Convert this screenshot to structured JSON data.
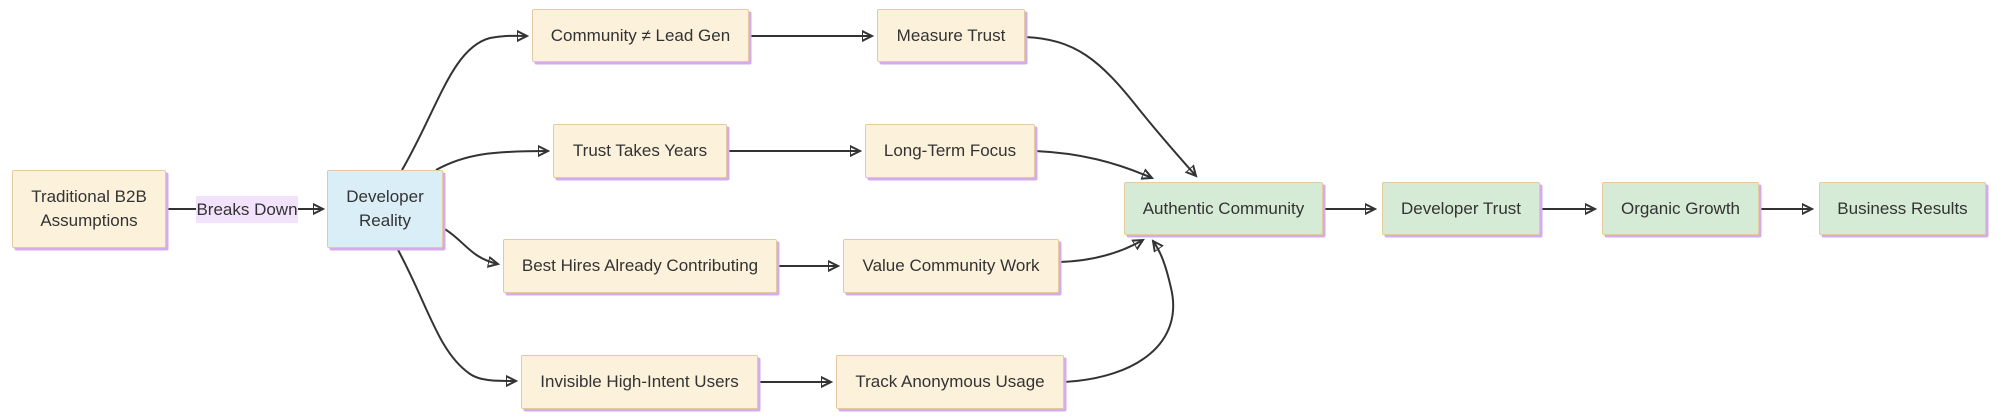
{
  "diagram": {
    "type": "flowchart",
    "colors": {
      "node_fill_cream": "#fcf2dc",
      "node_fill_blue": "#daeef8",
      "node_fill_green": "#d6ebd6",
      "node_border": "#e5c99f",
      "node_shadow": "#d3ace9",
      "edge_line": "#333333",
      "edge_label_bg": "#f3e2fb",
      "text": "#333333",
      "background": "#ffffff"
    },
    "nodes": {
      "traditional_b2b": {
        "label": "Traditional B2B Assumptions"
      },
      "developer_reality": {
        "label": "Developer Reality"
      },
      "community_not_lead_gen": {
        "label": "Community ≠ Lead Gen"
      },
      "measure_trust": {
        "label": "Measure Trust"
      },
      "trust_takes_years": {
        "label": "Trust Takes Years"
      },
      "long_term_focus": {
        "label": "Long-Term Focus"
      },
      "best_hires": {
        "label": "Best Hires Already Contributing"
      },
      "value_community_work": {
        "label": "Value Community Work"
      },
      "invisible_users": {
        "label": "Invisible High-Intent Users"
      },
      "track_anonymous_usage": {
        "label": "Track Anonymous Usage"
      },
      "authentic_community": {
        "label": "Authentic Community"
      },
      "developer_trust": {
        "label": "Developer Trust"
      },
      "organic_growth": {
        "label": "Organic Growth"
      },
      "business_results": {
        "label": "Business Results"
      }
    },
    "edge_labels": {
      "breaks_down": "Breaks Down"
    }
  }
}
